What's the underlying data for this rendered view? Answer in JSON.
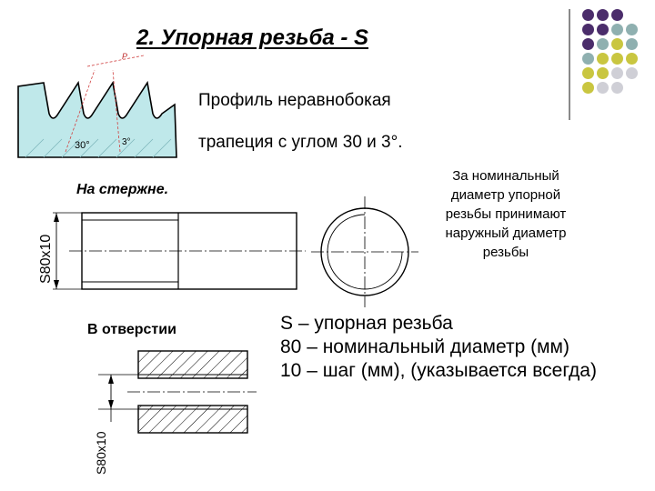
{
  "title": "2. Упорная резьба - S",
  "profile": {
    "line1": "Профиль неравнобокая",
    "line2": "трапеция с углом 30 и 3°.",
    "angle_left": "30°",
    "angle_right": "3°",
    "pitch_mark": "P"
  },
  "rod": {
    "caption": "На стержне.",
    "dimension": "S80x10"
  },
  "hole": {
    "caption": "В отверстии",
    "dimension": "S80x10"
  },
  "note": [
    "За номинальный",
    "диаметр упорной",
    "резьбы принимают",
    "наружный диаметр",
    "резьбы"
  ],
  "legend": [
    "S – упорная резьба",
    "80 – номинальный диаметр (мм)",
    "10 – шаг (мм), (указывается всегда)"
  ],
  "colors": {
    "purple": "#4b2d6b",
    "teal": "#8fb0b0",
    "olive": "#c9c640",
    "gray": "#cfcfd6",
    "thread_fill": "#bfe8ea"
  }
}
